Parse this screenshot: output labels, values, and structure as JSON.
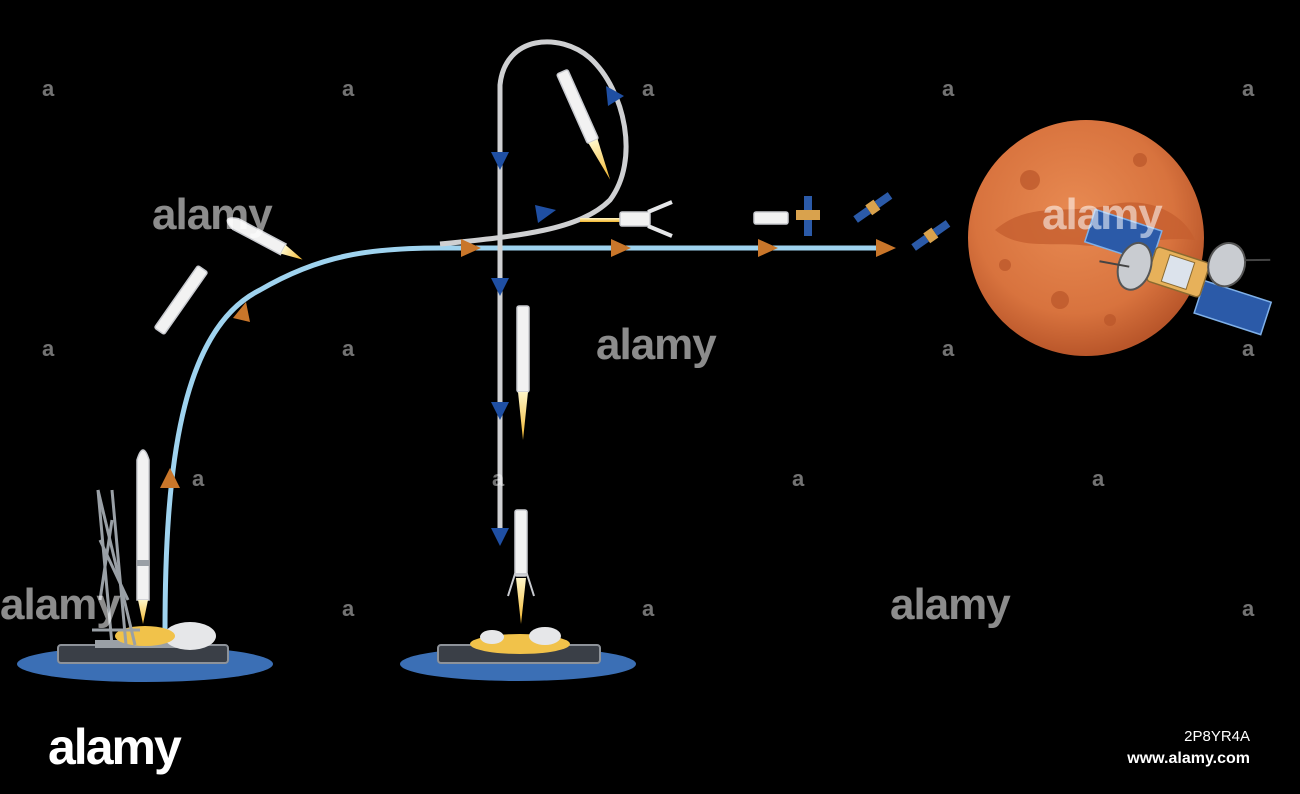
{
  "watermark": {
    "brand": "alamy",
    "mark": "a"
  },
  "footer": {
    "logo": "alamy",
    "image_id": "2P8YR4A",
    "site": "www.alamy.com"
  },
  "colors": {
    "background": "#000000",
    "ascent_path": "#9fd3ef",
    "return_path": "#cfd0d2",
    "ascent_arrow": "#c9762a",
    "return_arrow": "#1f4fa3",
    "mars": "#d8733e",
    "flame": "#f6c84c",
    "water": "#3b6fb5"
  },
  "icons": [
    "launch-tower-icon",
    "rocket-icon",
    "booster-icon",
    "landing-pad-icon",
    "satellite-icon",
    "mars-planet-icon"
  ]
}
